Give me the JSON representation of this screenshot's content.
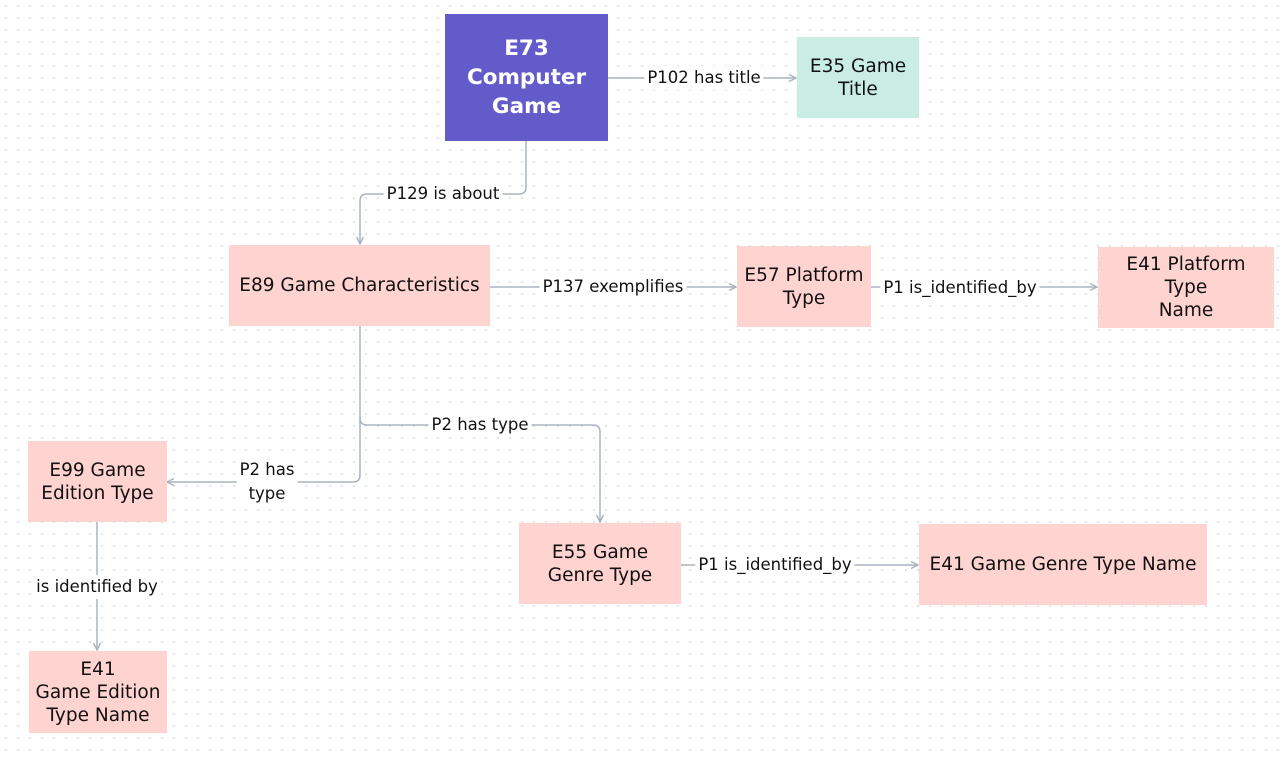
{
  "colors": {
    "main_entity": "#635bca",
    "title_entity": "#c9ede3",
    "entity": "#ffd3cf",
    "edge": "#aab4c0"
  },
  "nodes": {
    "computer_game": "E73\nComputer\nGame",
    "game_title": "E35 Game\nTitle",
    "game_characteristics": "E89 Game Characteristics",
    "platform_type": "E57 Platform\nType",
    "platform_type_name": "E41 Platform Type\nName",
    "game_edition_type": "E99 Game\nEdition Type",
    "game_genre_type": "E55 Game\nGenre Type",
    "game_genre_type_name": "E41 Game Genre Type Name",
    "game_edition_type_name": "E41\nGame Edition\nType Name"
  },
  "edges": {
    "has_title": "P102 has title",
    "is_about": "P129 is about",
    "exemplifies": "P137 exemplifies",
    "platform_identified_by": "P1 is_identified_by",
    "has_type_genre": "P2 has type",
    "has_type_edition": "P2 has\ntype",
    "genre_identified_by": "P1 is_identified_by",
    "edition_identified_by": "is identified by"
  }
}
